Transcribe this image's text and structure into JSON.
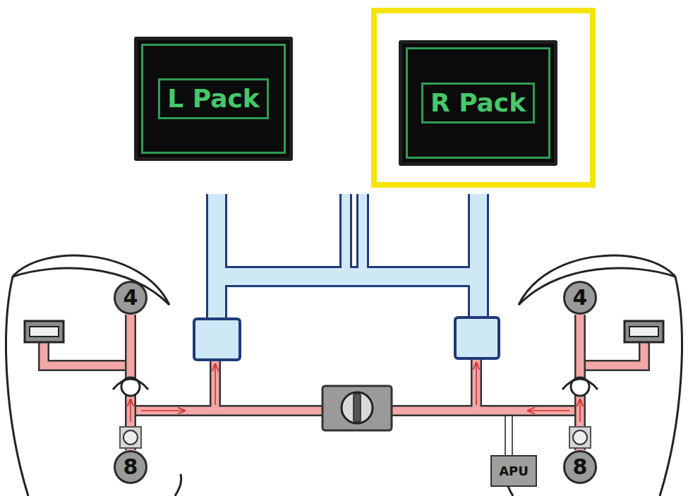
{
  "diagram": {
    "nodes": [
      {
        "text": [
          "L Pack"
        ]
      },
      {
        "text": [
          "R Pack"
        ]
      },
      {
        "text": [
          "4"
        ]
      },
      {
        "text": [
          "4"
        ]
      },
      {
        "text": [
          "8"
        ]
      },
      {
        "text": [
          "APU"
        ]
      },
      {
        "text": [
          "8"
        ]
      }
    ],
    "edges": [
      {
        "from": 4,
        "to": 2,
        "arrow": "none"
      },
      {
        "from": 6,
        "to": 3,
        "arrow": "none"
      }
    ]
  }
}
